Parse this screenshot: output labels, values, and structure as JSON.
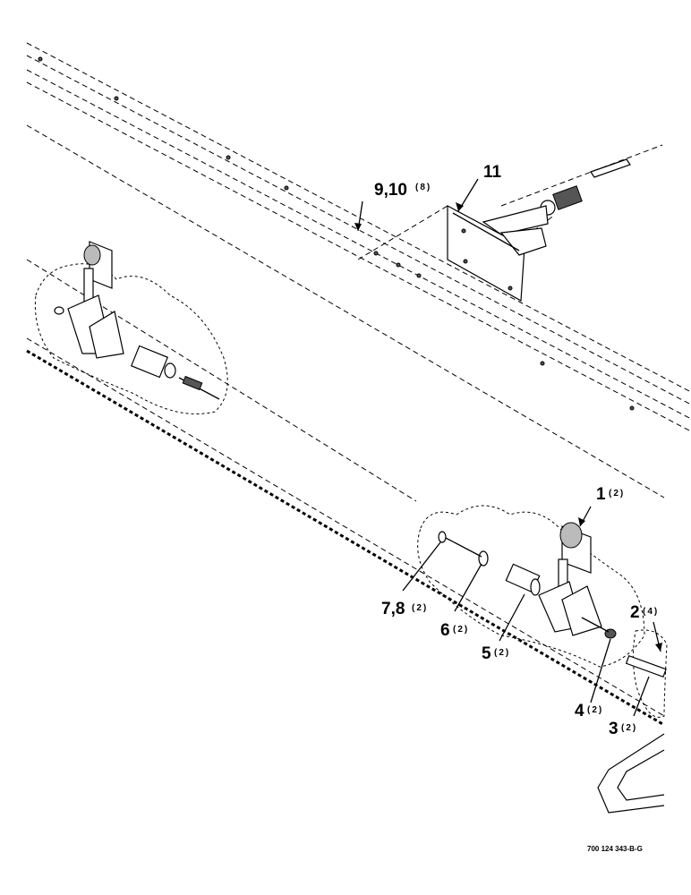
{
  "callouts": [
    {
      "id": "11",
      "number": "11",
      "qty": ""
    },
    {
      "id": "9-10",
      "number": "9,10",
      "qty": "(8)"
    },
    {
      "id": "1",
      "number": "1",
      "qty": "(2)"
    },
    {
      "id": "2",
      "number": "2",
      "qty": "(4)"
    },
    {
      "id": "3",
      "number": "3",
      "qty": "(2)"
    },
    {
      "id": "4",
      "number": "4",
      "qty": "(2)"
    },
    {
      "id": "5",
      "number": "5",
      "qty": "(2)"
    },
    {
      "id": "6",
      "number": "6",
      "qty": "(2)"
    },
    {
      "id": "7-8",
      "number": "7,8",
      "qty": "(2)"
    }
  ],
  "drawing_number": "700 124 343-B-G"
}
